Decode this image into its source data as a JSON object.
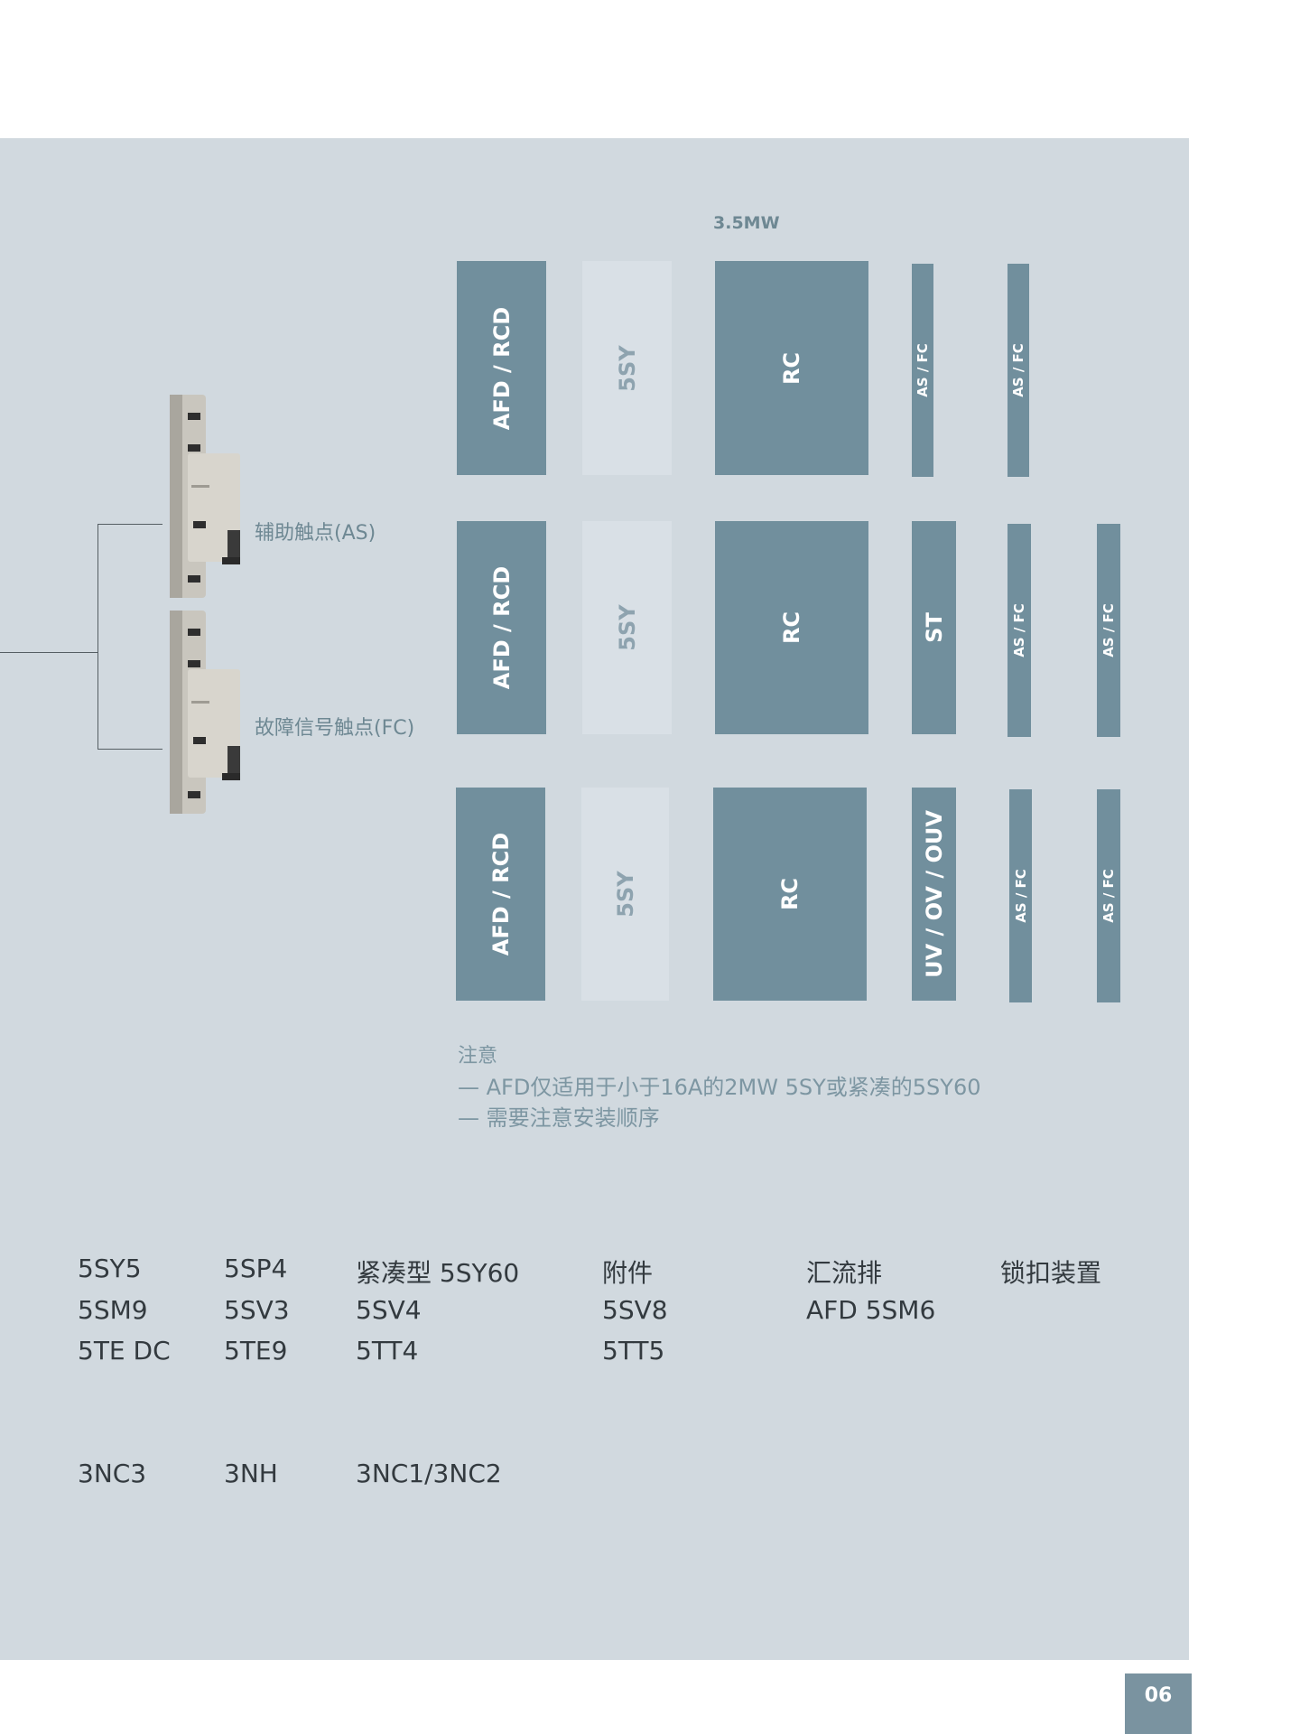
{
  "top_label": "3.5MW",
  "rows": [
    {
      "blocks": [
        "AFD / RCD",
        "5SY",
        "RC",
        "AS / FC",
        "AS / FC"
      ]
    },
    {
      "blocks": [
        "AFD / RCD",
        "5SY",
        "RC",
        "ST",
        "AS / FC",
        "AS / FC"
      ]
    },
    {
      "blocks": [
        "AFD / RCD",
        "5SY",
        "RC",
        "UV / OV / OUV",
        "AS / FC",
        "AS / FC"
      ]
    }
  ],
  "devices": {
    "as_label": "辅助触点(AS)",
    "fc_label": "故障信号触点(FC)"
  },
  "note": {
    "title": "注意",
    "lines": [
      "— AFD仅适用于小于16A的2MW 5SY或紧凑的5SY60",
      "— 需要注意安装顺序"
    ]
  },
  "product_table": {
    "rows": [
      [
        "5SY5",
        "5SP4",
        "紧凑型 5SY60",
        "附件",
        "汇流排",
        "锁扣装置"
      ],
      [
        "5SM9",
        "5SV3",
        "5SV4",
        "5SV8",
        "AFD 5SM6",
        ""
      ],
      [
        "5TE DC",
        "5TE9",
        "5TT4",
        "5TT5",
        "",
        ""
      ],
      [
        "3NC3",
        "3NH",
        "3NC1/3NC2",
        "",
        "",
        ""
      ]
    ]
  },
  "page_number": "06",
  "colors": {
    "panel": "#d1d9df",
    "dark_block": "#718f9d",
    "light_block": "#d9e0e6",
    "page_box": "#7a93a0"
  }
}
